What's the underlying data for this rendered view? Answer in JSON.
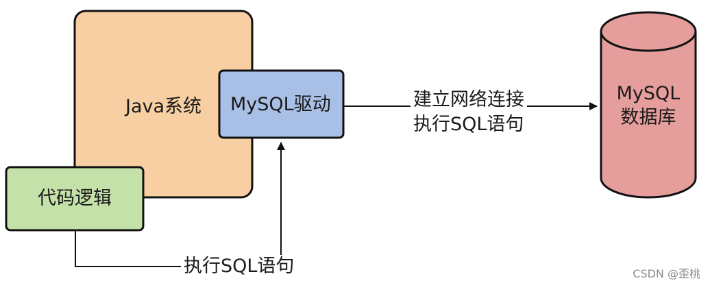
{
  "diagram": {
    "java_system": {
      "label": "Java系统"
    },
    "mysql_driver": {
      "label": "MySQL驱动"
    },
    "code_logic": {
      "label": "代码逻辑"
    },
    "database": {
      "line1": "MySQL",
      "line2": "数据库"
    },
    "edge_driver_to_db": {
      "line1": "建立网络连接",
      "line2": "执行SQL语句"
    },
    "edge_code_to_driver": {
      "label": "执行SQL语句"
    }
  },
  "watermark": "CSDN @歪桃",
  "colors": {
    "java_system_fill": "#f7cfa3",
    "mysql_driver_fill": "#a9c0e6",
    "code_logic_fill": "#c3e1a8",
    "database_fill": "#e59e9c",
    "stroke": "#111111"
  }
}
